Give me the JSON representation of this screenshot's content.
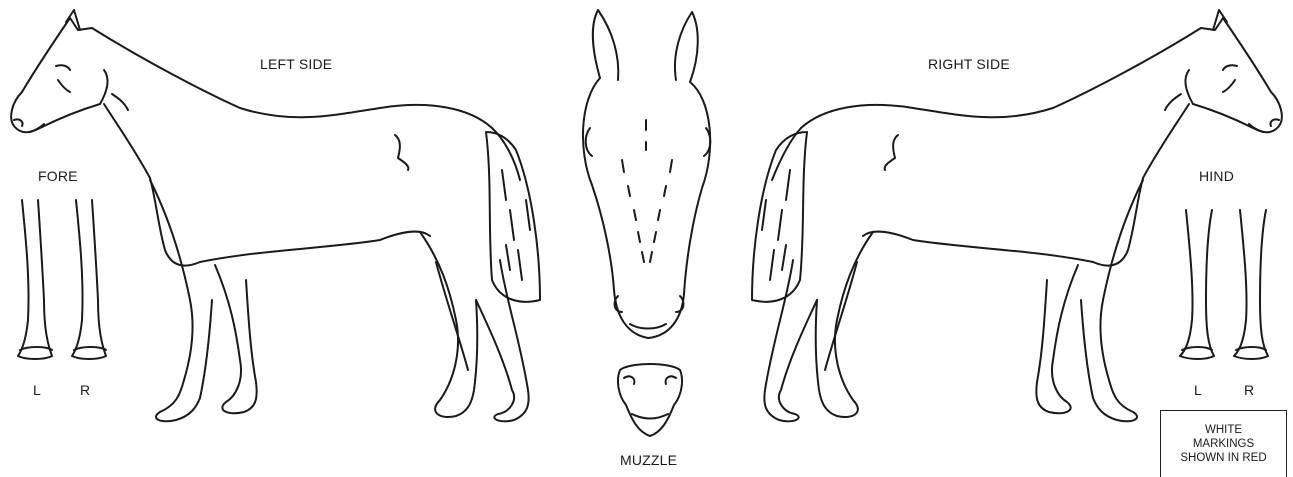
{
  "labels": {
    "left_side": "LEFT SIDE",
    "right_side": "RIGHT SIDE",
    "fore": "FORE",
    "hind": "HIND",
    "fore_left": "L",
    "fore_right": "R",
    "hind_left": "L",
    "hind_right": "R",
    "muzzle": "MUZZLE"
  },
  "legend": {
    "line1": "WHITE",
    "line2": "MARKINGS",
    "line3": "SHOWN IN RED"
  },
  "colors": {
    "ink": "#1a1a1a",
    "background": "#ffffff"
  }
}
